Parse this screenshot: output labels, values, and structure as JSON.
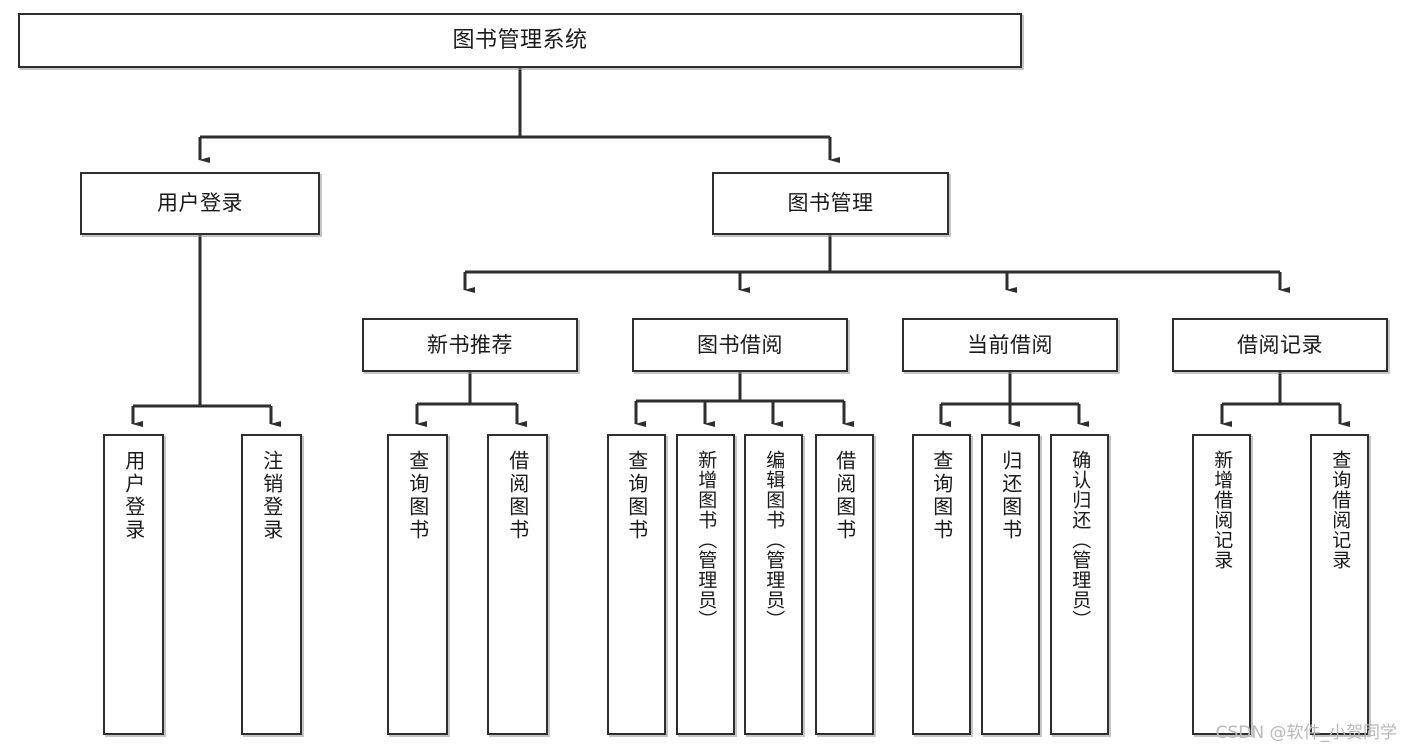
{
  "diagram": {
    "type": "tree-hierarchy",
    "title": "图书管理系统",
    "watermark": "CSDN @软件_小贺同学",
    "colors": {
      "node_border": "#2e2e2e",
      "node_fill": "#ffffff",
      "edge": "#2e2e2e",
      "canvas": "#ffffff",
      "watermark": "#b9b9b9"
    },
    "nodes": {
      "root": {
        "label": "图书管理系统"
      },
      "level1": [
        {
          "id": "user-login",
          "label": "用户登录"
        },
        {
          "id": "book-manage",
          "label": "图书管理"
        }
      ],
      "level2": [
        {
          "id": "new-book-rec",
          "label": "新书推荐"
        },
        {
          "id": "book-borrow",
          "label": "图书借阅"
        },
        {
          "id": "current-borrow",
          "label": "当前借阅"
        },
        {
          "id": "borrow-record",
          "label": "借阅记录"
        }
      ],
      "leaves": [
        {
          "id": "leaf-user-login",
          "label": "用户登录",
          "parent": "user-login"
        },
        {
          "id": "leaf-logout",
          "label": "注销登录",
          "parent": "user-login"
        },
        {
          "id": "leaf-query-book-1",
          "label": "查询图书",
          "parent": "new-book-rec"
        },
        {
          "id": "leaf-borrow-book-1",
          "label": "借阅图书",
          "parent": "new-book-rec"
        },
        {
          "id": "leaf-query-book-2",
          "label": "查询图书",
          "parent": "book-borrow"
        },
        {
          "id": "leaf-add-book",
          "label": "新增图书（管理员）",
          "parent": "book-borrow"
        },
        {
          "id": "leaf-edit-book",
          "label": "编辑图书（管理员）",
          "parent": "book-borrow"
        },
        {
          "id": "leaf-borrow-book-2",
          "label": "借阅图书",
          "parent": "book-borrow"
        },
        {
          "id": "leaf-query-book-3",
          "label": "查询图书",
          "parent": "current-borrow"
        },
        {
          "id": "leaf-return-book",
          "label": "归还图书",
          "parent": "current-borrow"
        },
        {
          "id": "leaf-confirm-return",
          "label": "确认归还（管理员）",
          "parent": "current-borrow"
        },
        {
          "id": "leaf-add-record",
          "label": "新增借阅记录",
          "parent": "borrow-record"
        },
        {
          "id": "leaf-query-record",
          "label": "查询借阅记录",
          "parent": "borrow-record"
        }
      ]
    }
  }
}
